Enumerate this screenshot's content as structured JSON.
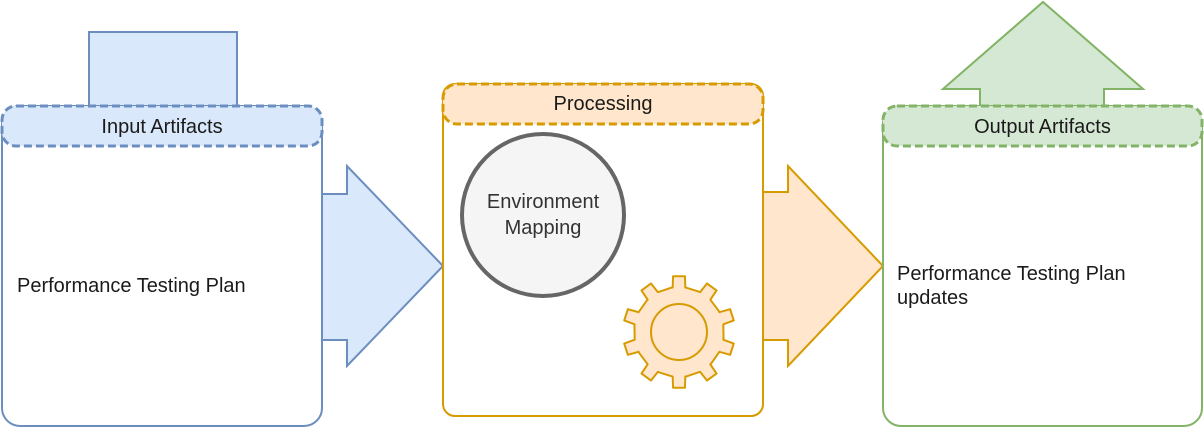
{
  "colors": {
    "input_fill": "#dae8fc",
    "input_stroke": "#6c8ebf",
    "processing_fill": "#ffe6cc",
    "processing_stroke": "#d79b00",
    "output_fill": "#d5e8d4",
    "output_stroke": "#82b366",
    "circle_fill": "#f5f5f5",
    "circle_stroke": "#666666"
  },
  "input": {
    "header": "Input Artifacts",
    "content": "Performance Testing Plan"
  },
  "processing": {
    "header": "Processing",
    "circle_label_line1": "Environment",
    "circle_label_line2": "Mapping",
    "icon": "gear-icon"
  },
  "output": {
    "header": "Output Artifacts",
    "content_line1": "Performance Testing Plan",
    "content_line2": "updates"
  }
}
